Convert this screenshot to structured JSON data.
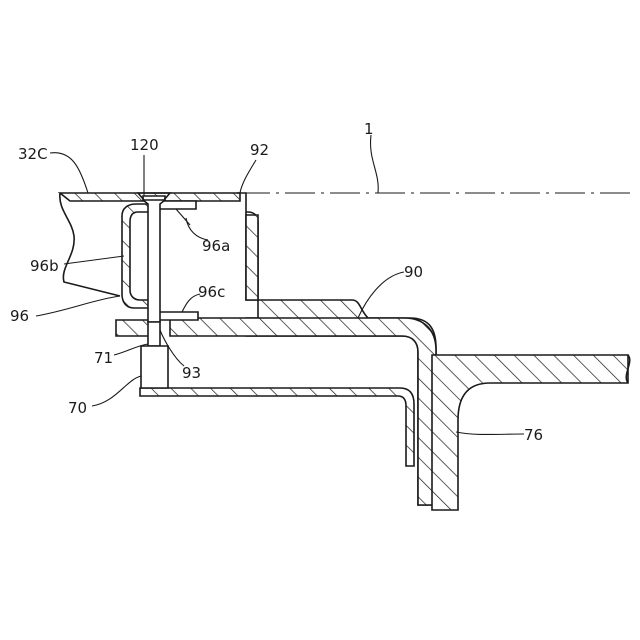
{
  "labels": {
    "panel_32c": "32C",
    "pin_120": "120",
    "bracket_92": "92",
    "panel_1": "1",
    "tab_96a": "96a",
    "wall_96b": "96b",
    "bracket_96": "96",
    "tab_96c": "96c",
    "plate_90": "90",
    "pin_71": "71",
    "hole_93": "93",
    "grommet_70": "70",
    "panel_76": "76"
  }
}
